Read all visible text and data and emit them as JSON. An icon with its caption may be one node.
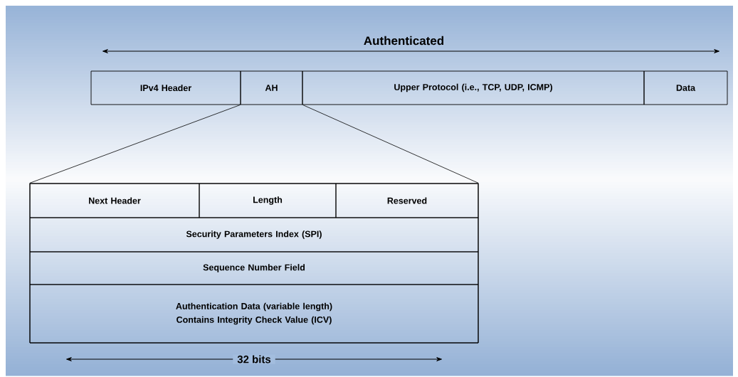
{
  "diagram": {
    "nodes": [
      {
        "text": [
          "IPv4 Header"
        ]
      },
      {
        "text": [
          "AH"
        ]
      },
      {
        "text": [
          "Upper Protocol (i.e., TCP, UDP, ICMP)"
        ]
      },
      {
        "text": [
          "Data"
        ]
      },
      {
        "text": [],
        "shape": "box"
      },
      {
        "text": [
          "Next Header"
        ],
        "in": 4
      },
      {
        "text": [
          "Length"
        ],
        "in": 4
      },
      {
        "text": [
          "Reserved"
        ],
        "in": 4
      },
      {
        "text": [
          "Security Parameters Index (SPI)"
        ],
        "in": 4
      },
      {
        "text": [
          "Sequence Number Field"
        ],
        "in": 4
      },
      {
        "text": [
          "Authentication Data (variable length) Contains Integrity Check Value (ICV)"
        ],
        "in": 4
      }
    ],
    "edges": [
      {
        "from": 1,
        "to": 4,
        "arrow": "none"
      },
      {
        "from": 1,
        "to": 4,
        "arrow": "none"
      }
    ],
    "labels": [
      "Authenticated",
      "32 bits"
    ]
  }
}
